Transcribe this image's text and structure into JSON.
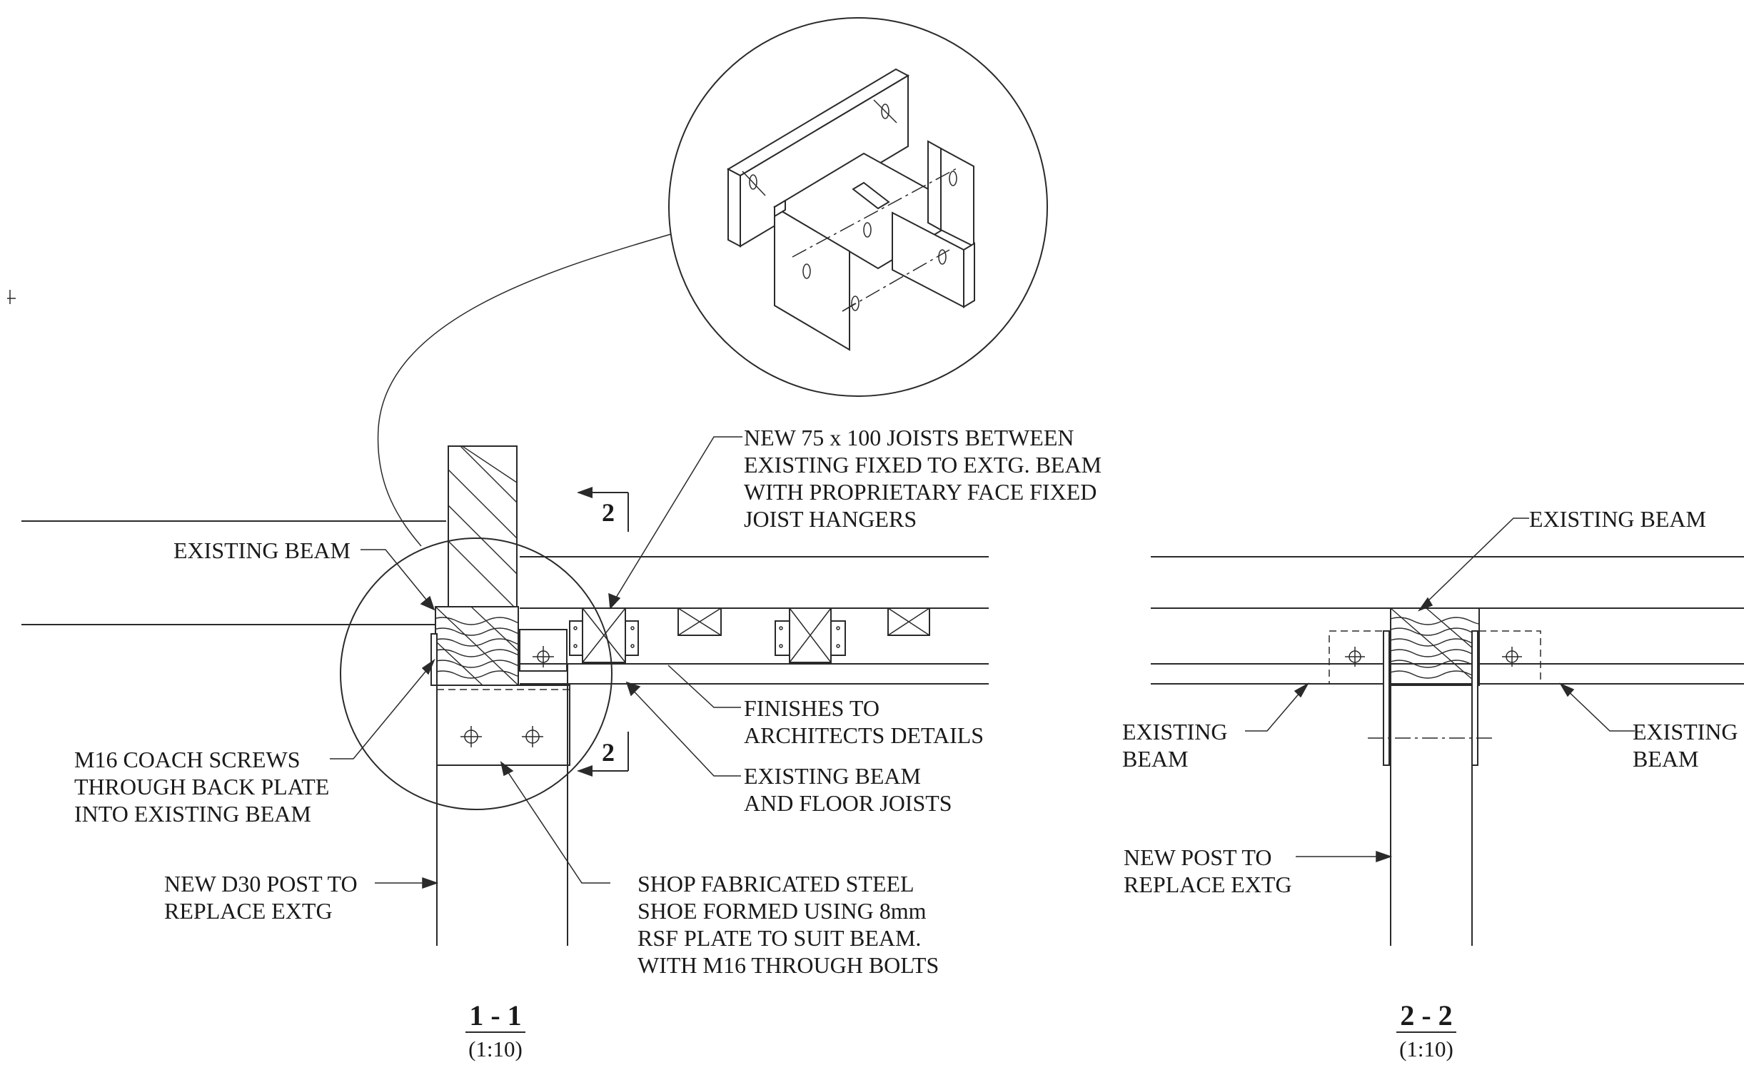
{
  "sections": {
    "s1": {
      "title": "1 - 1",
      "scale": "(1:10)"
    },
    "s2": {
      "title": "2 - 2",
      "scale": "(1:10)"
    }
  },
  "section_markers": {
    "upper": "2",
    "lower": "2"
  },
  "labels": {
    "joists": [
      "NEW 75 x 100 JOISTS BETWEEN",
      "EXISTING FIXED TO EXTG. BEAM",
      "WITH PROPRIETARY FACE FIXED",
      "JOIST HANGERS"
    ],
    "existing_beam_left": [
      "EXISTING BEAM"
    ],
    "finishes": [
      "FINISHES TO",
      "ARCHITECTS DETAILS"
    ],
    "existing_floor": [
      "EXISTING BEAM",
      "AND FLOOR JOISTS"
    ],
    "coach_screws": [
      "M16 COACH SCREWS",
      "THROUGH BACK PLATE",
      "INTO EXISTING BEAM"
    ],
    "new_post_s1": [
      "NEW D30 POST TO",
      "REPLACE EXTG"
    ],
    "steel_shoe": [
      "SHOP FABRICATED STEEL",
      "SHOE FORMED USING 8mm",
      "RSF PLATE TO SUIT BEAM.",
      "WITH M16 THROUGH BOLTS"
    ],
    "existing_beam_top_s2": [
      "EXISTING BEAM"
    ],
    "existing_beam_left_s2": [
      "EXISTING",
      "BEAM"
    ],
    "existing_beam_right_s2": [
      "EXISTING",
      "BEAM"
    ],
    "new_post_s2": [
      "NEW POST TO",
      "REPLACE EXTG"
    ]
  }
}
